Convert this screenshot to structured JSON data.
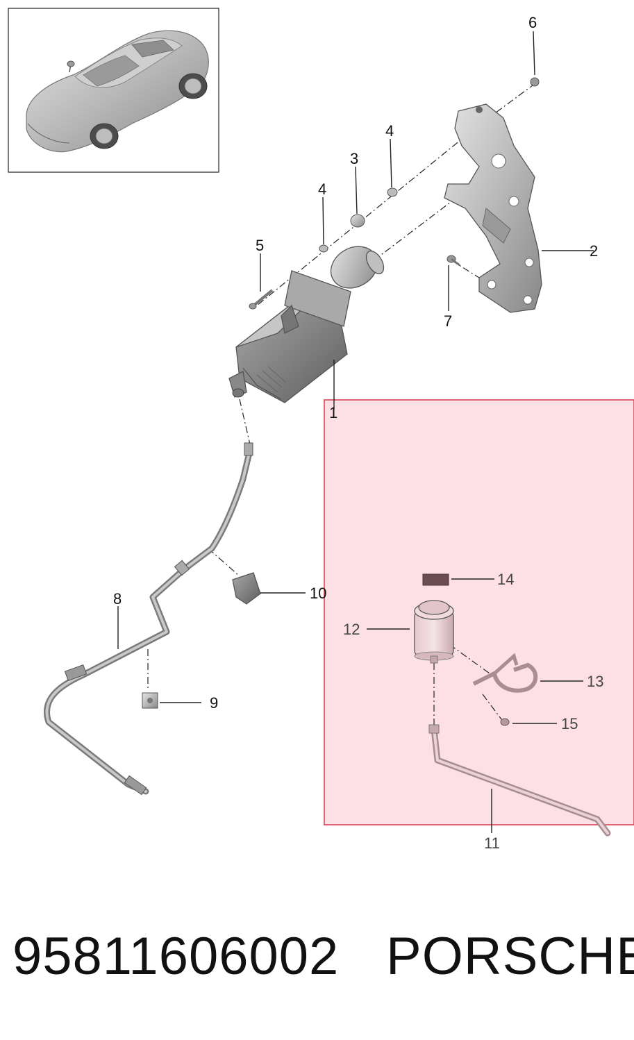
{
  "callouts": [
    {
      "id": "c1",
      "label": "1"
    },
    {
      "id": "c2",
      "label": "2"
    },
    {
      "id": "c3",
      "label": "3"
    },
    {
      "id": "c4a",
      "label": "4"
    },
    {
      "id": "c4b",
      "label": "4"
    },
    {
      "id": "c5",
      "label": "5"
    },
    {
      "id": "c6",
      "label": "6"
    },
    {
      "id": "c7",
      "label": "7"
    },
    {
      "id": "c8",
      "label": "8"
    },
    {
      "id": "c9",
      "label": "9"
    },
    {
      "id": "c10",
      "label": "10"
    },
    {
      "id": "c11",
      "label": "11"
    },
    {
      "id": "c12",
      "label": "12"
    },
    {
      "id": "c13",
      "label": "13"
    },
    {
      "id": "c14",
      "label": "14"
    },
    {
      "id": "c15",
      "label": "15"
    }
  ],
  "footer": {
    "part_number": "95811606002",
    "brand": "PORSCHE"
  },
  "colors": {
    "highlight_fill": "#fde0e6",
    "highlight_border": "#d63a4a",
    "part_gray": "#b9b9b9",
    "part_dark": "#7c7c7c",
    "label_dark": "#111111"
  }
}
